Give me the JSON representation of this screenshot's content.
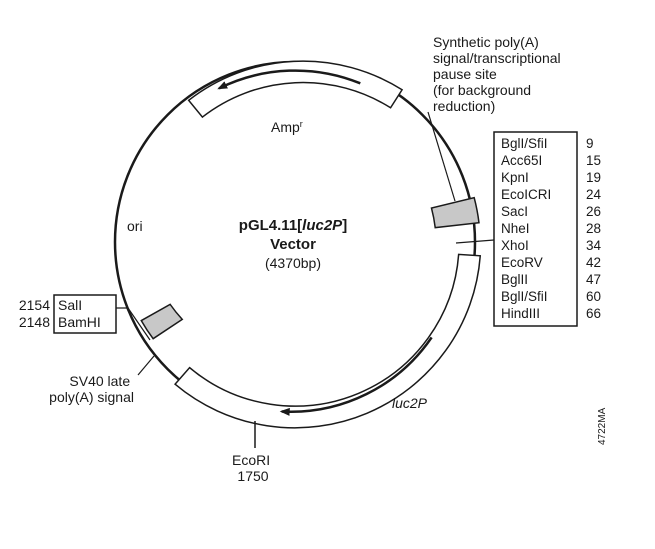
{
  "vector": {
    "name_prefix": "pGL4.11[",
    "name_italic": "luc2P",
    "name_suffix": "]",
    "subtitle": "Vector",
    "size": "(4370bp)"
  },
  "features": {
    "amp": "Amp",
    "amp_superscript": "r",
    "ori": "ori",
    "luc2p": "luc2P",
    "synthetic_polya": [
      "Synthetic poly(A)",
      "signal/transcriptional",
      "pause site",
      "(for background",
      "reduction)"
    ],
    "sv40": [
      "SV40 late",
      "poly(A) signal"
    ],
    "ecori": [
      "EcoRI",
      "1750"
    ]
  },
  "left_sites": [
    {
      "position": "2154",
      "name": "SalI"
    },
    {
      "position": "2148",
      "name": "BamHI"
    }
  ],
  "mcs_sites": [
    {
      "name": "BglI/SfiI",
      "position": "9"
    },
    {
      "name": "Acc65I",
      "position": "15"
    },
    {
      "name": "KpnI",
      "position": "19"
    },
    {
      "name": "EcoICRI",
      "position": "24"
    },
    {
      "name": "SacI",
      "position": "26"
    },
    {
      "name": "NheI",
      "position": "28"
    },
    {
      "name": "XhoI",
      "position": "34"
    },
    {
      "name": "EcoRV",
      "position": "42"
    },
    {
      "name": "BglII",
      "position": "47"
    },
    {
      "name": "BglI/SfiI",
      "position": "60"
    },
    {
      "name": "HindIII",
      "position": "66"
    }
  ],
  "figure_id": "4722MA"
}
